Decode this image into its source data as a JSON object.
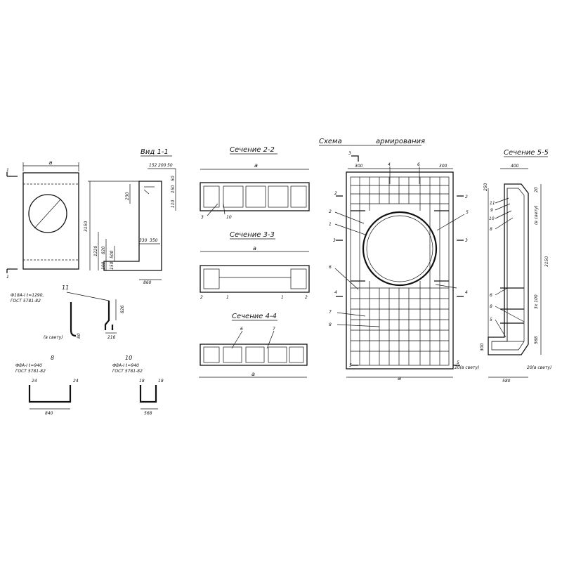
{
  "views": {
    "front_view": {
      "dim_a": "a"
    },
    "view_1_1": {
      "title": "Вид 1-1",
      "dims": [
        "152",
        "200",
        "50",
        "50",
        "150",
        "230",
        "110",
        "3150",
        "1220",
        "820",
        "500",
        "330",
        "350",
        "100",
        "150",
        "860"
      ]
    },
    "section_2_2": {
      "title": "Сечение 2-2",
      "dim_a": "a",
      "markers": [
        "3",
        "10"
      ]
    },
    "section_3_3": {
      "title": "Сечение 3-3",
      "dim_a": "a",
      "markers": [
        "2",
        "1",
        "1",
        "2"
      ]
    },
    "section_4_4": {
      "title": "Сечение 4-4",
      "dim_a": "a",
      "markers": [
        "6",
        "7"
      ]
    },
    "scheme": {
      "title_left": "Схема",
      "title_right": "армирования",
      "dims": [
        "300",
        "300",
        "a",
        "20(в свету)"
      ],
      "section_marks": [
        "3",
        "3",
        "2",
        "2",
        "3",
        "3",
        "4",
        "4",
        "5",
        "5"
      ],
      "position_marks": [
        "4",
        "6",
        "2",
        "1",
        "6",
        "7",
        "8",
        "5"
      ]
    },
    "section_5_5": {
      "title": "Сечение 5-5",
      "dims": [
        "400",
        "250",
        "20",
        "(в свету)",
        "3150",
        "3х 100",
        "568",
        "300",
        "580",
        "20(в свету)"
      ],
      "position_marks": [
        "11",
        "9",
        "10",
        "8",
        "6",
        "8",
        "5"
      ]
    }
  },
  "details": {
    "item_11": {
      "number": "11",
      "spec_line1": "Ф18А-I  ℓ=1290,",
      "spec_line2": "ГОСТ 5781-82",
      "note": "(в свету)",
      "dims": [
        "80",
        "216",
        "826"
      ]
    },
    "item_8": {
      "number": "8",
      "spec_line1": "Ф8А-I  ℓ=940",
      "spec_line2": "ГОСТ 5781-82",
      "dims": [
        "24",
        "24",
        "840"
      ]
    },
    "item_10": {
      "number": "10",
      "spec_line1": "Ф8А-I  ℓ=940",
      "spec_line2": "ГОСТ 5781-82",
      "dims": [
        "18",
        "18",
        "568"
      ]
    }
  }
}
